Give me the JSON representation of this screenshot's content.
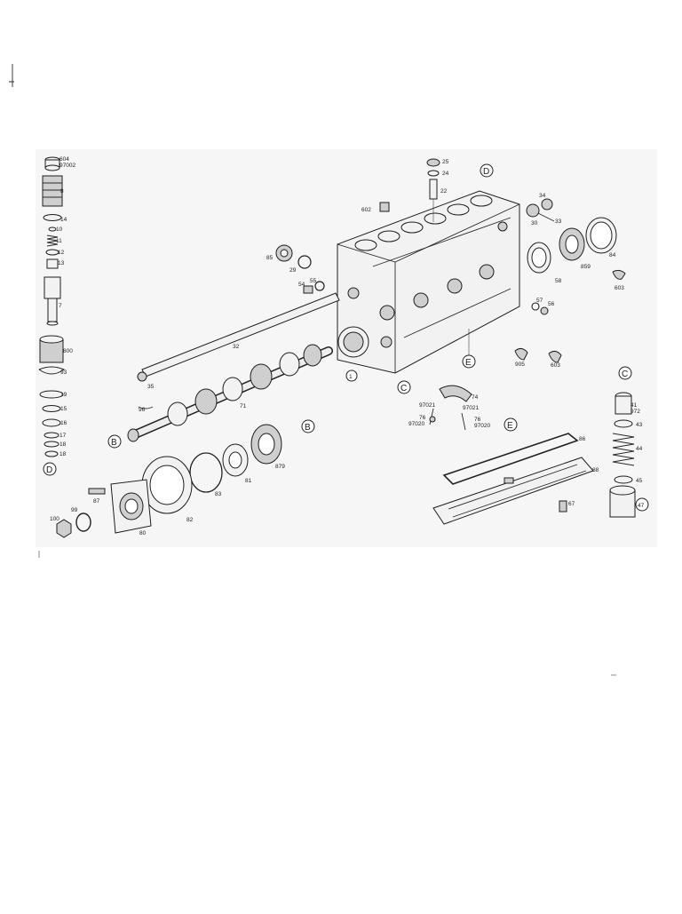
{
  "diagram": {
    "labels": {
      "p604": "604",
      "p97002": "97002",
      "p8": "8",
      "p14": "14",
      "p10": "10",
      "p11": "11",
      "p12": "12",
      "p13": "13",
      "p7": "7",
      "p800": "800",
      "p93": "93",
      "p19": "19",
      "p15": "15",
      "p16": "16",
      "p17": "17",
      "p18a": "18",
      "p18b": "18",
      "p25": "25",
      "p24": "24",
      "p22": "22",
      "p602": "602",
      "p34": "34",
      "p30": "30",
      "p33": "33",
      "p85": "85",
      "p29": "29",
      "p54": "54",
      "p55": "55",
      "p32": "32",
      "p35": "35",
      "p58": "58",
      "p859": "859",
      "p84": "84",
      "p603a": "603",
      "p57": "57",
      "p56": "56",
      "p905": "905",
      "p603b": "603",
      "p1": "1",
      "p74": "74",
      "p97021a": "97021",
      "p97021b": "97021",
      "p76a": "76",
      "p97020a": "97020",
      "p76b": "76",
      "p97020b": "97020",
      "p96": "96",
      "p71": "71",
      "p41": "41",
      "p972": "972",
      "p43": "43",
      "p44": "44",
      "p45": "45",
      "p47": "47",
      "p879": "879",
      "p81": "81",
      "p83": "83",
      "p82": "82",
      "p80": "80",
      "p87": "87",
      "p100": "100",
      "p99": "99",
      "p86": "86",
      "p88": "88",
      "p67": "67"
    },
    "callouts": {
      "D": "D",
      "B": "B",
      "C": "C",
      "E": "E"
    }
  }
}
